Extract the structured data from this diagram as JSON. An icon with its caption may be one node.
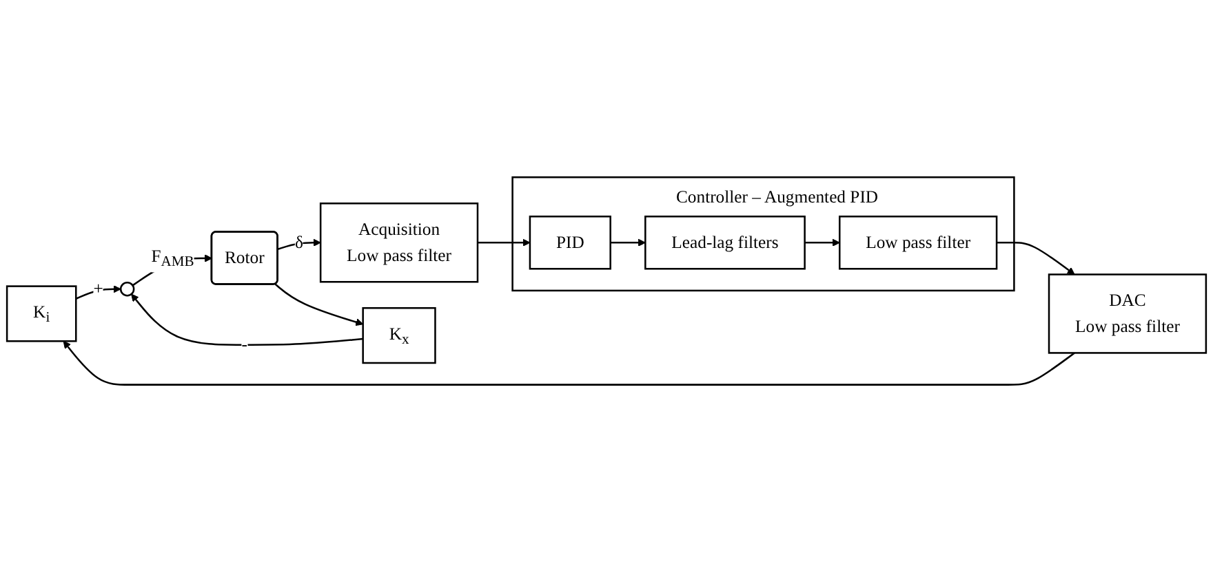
{
  "diagram": {
    "nodes": [
      {
        "text": [
          "K$_{i}$"
        ]
      },
      {
        "text": [],
        "shape": "circle"
      },
      {
        "text": [
          "Rotor"
        ]
      },
      {
        "text": [
          "Acquisition",
          "Low pass filter"
        ]
      },
      {
        "text": [
          "K$_{x}$"
        ]
      },
      {
        "text": [
          "Controller – Augmented PID"
        ]
      },
      {
        "text": [
          "PID"
        ],
        "in": 5
      },
      {
        "text": [
          "Lead-lag filters"
        ],
        "in": 5
      },
      {
        "text": [
          "Low pass filter"
        ],
        "in": 5
      },
      {
        "text": [
          "DAC",
          "Low pass filter"
        ]
      }
    ],
    "edges": [
      {
        "from": 0,
        "to": 1,
        "arrow": "to",
        "label": "+"
      },
      {
        "from": 1,
        "to": 2,
        "arrow": "to",
        "label": "F$_{AMB}$"
      },
      {
        "from": 2,
        "to": 3,
        "arrow": "to",
        "label": "δ"
      },
      {
        "from": 2,
        "to": 4,
        "arrow": "to"
      },
      {
        "from": 4,
        "to": 1,
        "arrow": "to",
        "label": "-"
      },
      {
        "from": 3,
        "to": 6,
        "arrow": "to"
      },
      {
        "from": 6,
        "to": 7,
        "arrow": "to"
      },
      {
        "from": 7,
        "to": 8,
        "arrow": "to"
      },
      {
        "from": 8,
        "to": 9,
        "arrow": "to"
      },
      {
        "from": 9,
        "to": 0,
        "arrow": "to"
      }
    ]
  }
}
